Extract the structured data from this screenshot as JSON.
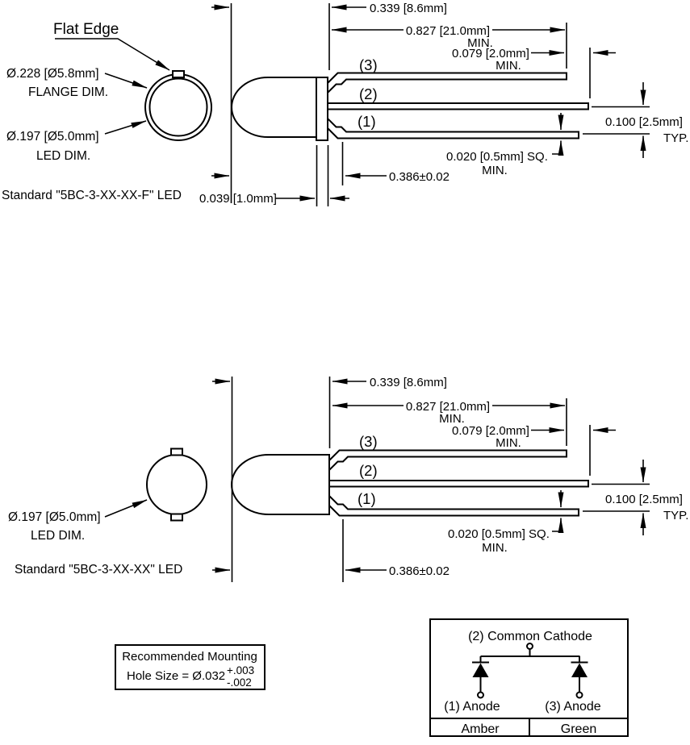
{
  "top": {
    "flat_edge": "Flat Edge",
    "flange_dia": "Ø.228 [Ø5.8mm]",
    "flange_dim": "FLANGE DIM.",
    "led_dia": "Ø.197 [Ø5.0mm]",
    "led_dim": "LED DIM.",
    "title": "Standard \"5BC-3-XX-XX-F\" LED",
    "pin1": "(1)",
    "pin2": "(2)",
    "pin3": "(3)",
    "dim_body": "0.339 [8.6mm]",
    "dim_lead": "0.827 [21.0mm]",
    "dim_lead_q": "MIN.",
    "dim_tip": "0.079 [2.0mm]",
    "dim_tip_q": "MIN.",
    "dim_pitch": "0.100 [2.5mm]",
    "dim_pitch_q": "TYP.",
    "dim_sq": "0.020 [0.5mm] SQ.",
    "dim_sq_q": "MIN.",
    "dim_standoff": "0.386±0.02",
    "dim_flange": "0.039 [1.0mm]"
  },
  "bottom": {
    "led_dia": "Ø.197 [Ø5.0mm]",
    "led_dim": "LED DIM.",
    "title": "Standard \"5BC-3-XX-XX\" LED",
    "pin1": "(1)",
    "pin2": "(2)",
    "pin3": "(3)",
    "dim_body": "0.339 [8.6mm]",
    "dim_lead": "0.827 [21.0mm]",
    "dim_lead_q": "MIN.",
    "dim_tip": "0.079 [2.0mm]",
    "dim_tip_q": "MIN.",
    "dim_pitch": "0.100 [2.5mm]",
    "dim_pitch_q": "TYP.",
    "dim_sq": "0.020 [0.5mm] SQ.",
    "dim_sq_q": "MIN.",
    "dim_standoff": "0.386±0.02"
  },
  "mounting": {
    "line1": "Recommended Mounting",
    "line2": "Hole Size = Ø.032",
    "tol_plus": "+.003",
    "tol_minus": "-.002"
  },
  "schematic": {
    "common_cathode": "(2) Common Cathode",
    "anode1": "(1) Anode",
    "anode3": "(3) Anode",
    "color_left": "Amber",
    "color_right": "Green"
  },
  "colors": {
    "ink": "#000000",
    "paper": "#ffffff"
  }
}
